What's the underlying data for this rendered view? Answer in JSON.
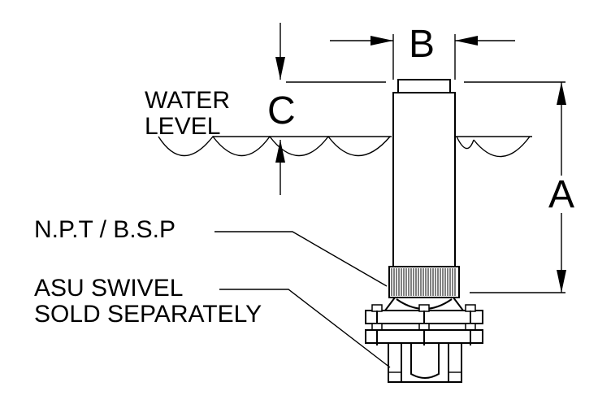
{
  "labels": {
    "dim_a": "A",
    "dim_b": "B",
    "dim_c": "C",
    "water_level_line1": "WATER",
    "water_level_line2": "LEVEL",
    "thread_note": "N.P.T / B.S.P",
    "swivel_note_line1": "ASU SWIVEL",
    "swivel_note_line2": "SOLD SEPARATELY"
  },
  "colors": {
    "ink": "#000000",
    "background": "#ffffff"
  }
}
